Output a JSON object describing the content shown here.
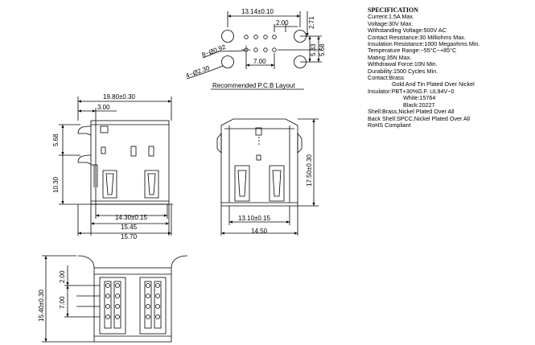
{
  "pcb_layout": {
    "dim_width": "13.14±0.10",
    "dim_pitch": "2.00",
    "dim_right_top": "2.71",
    "dim_right_mid": "5.33",
    "dim_right_outer": "5.68",
    "dim_pin_span": "7.00",
    "hole_small": "8−Ø0.92",
    "hole_large": "4−Ø2.30",
    "caption": "Recommended P.C.B Layout"
  },
  "side_view": {
    "dim_depth": "19.80±0.30",
    "dim_offset": "3.00",
    "dim_height_a": "5.68",
    "dim_height_b": "10.30",
    "dim_inner": "14.30±0.15",
    "dim_mid": "15.45",
    "dim_outer": "15.70"
  },
  "front_view": {
    "dim_height": "17.50±0.30",
    "dim_width_inner": "13.10±0.15",
    "dim_width_outer": "14.50"
  },
  "bottom_view": {
    "dim_height": "15.40±0.30",
    "dim_pitch": "2.00",
    "dim_span": "7.00"
  },
  "specification": {
    "title": "SPECIFICATION",
    "lines": [
      "Current:1.5A Max.",
      "Voltage:30V Max.",
      "Withstanding Voltage:500V AC",
      "Contact Resistance:30 Milliohms Max.",
      "Insulation Resistance:1000 Megaohms Min.",
      "Temperature Range:−55°C~+85°C",
      "Mating:35N Max.",
      "Withdrawal Force:10N Min.",
      "Durability:1500 Cycles Min.",
      "Contact:Brass"
    ],
    "contact_plating": "Gold And Tin Plated Over Nickel",
    "insulator": "Insulator:PBT+30%G.F.  UL94V−0",
    "color_white": "White:15764",
    "color_black": "Black:20227",
    "shell": "Shell:Brass,Nickel Plated Over All",
    "back_shell": "Back Shell:SPCC,Nickel Plated Over All",
    "rohs": "RoHS Compliant"
  }
}
